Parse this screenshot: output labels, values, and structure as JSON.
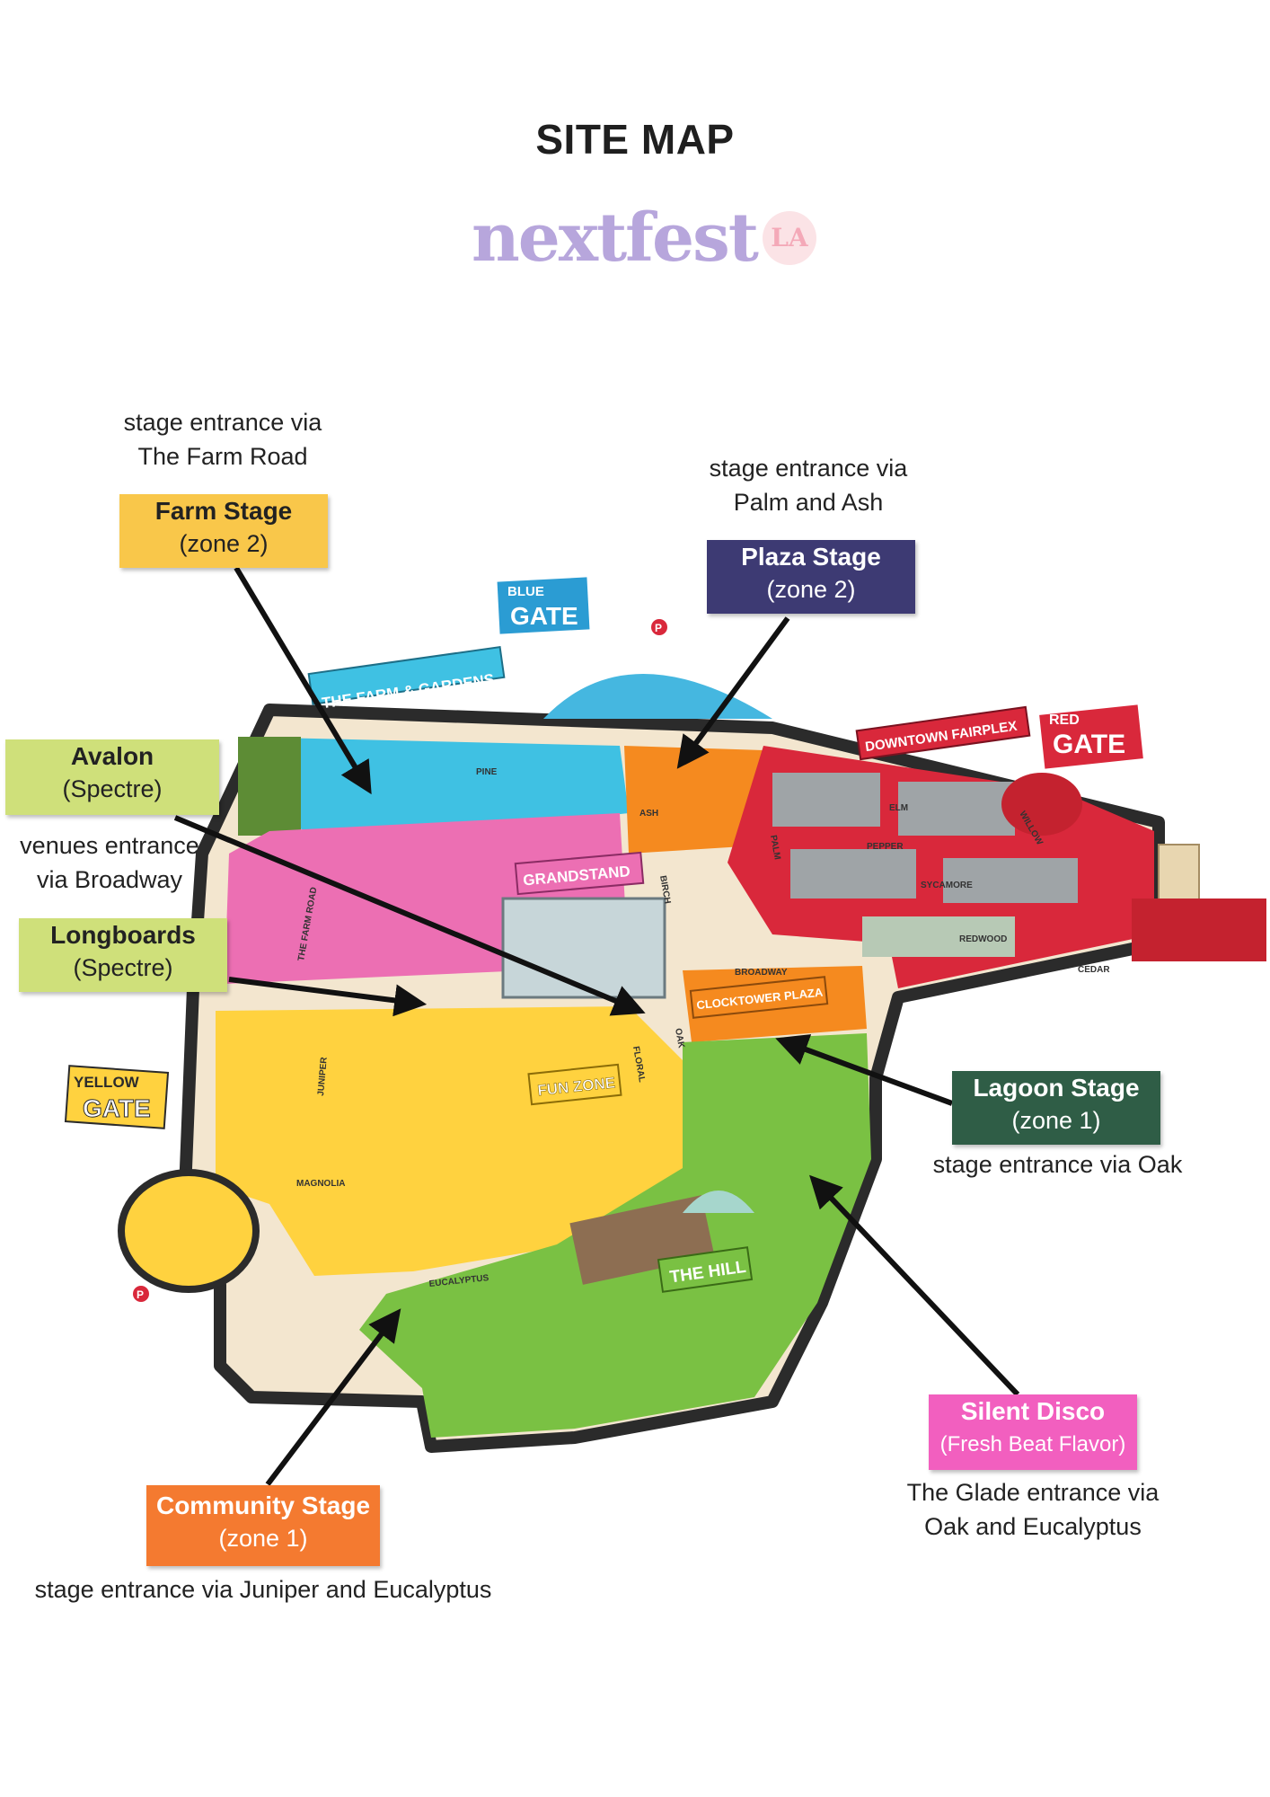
{
  "title": "SITE MAP",
  "logo": {
    "text": "nextfest",
    "badge": "LA"
  },
  "labels": {
    "farm": {
      "name": "Farm Stage",
      "sub": "(zone 2)",
      "note1": "stage entrance via",
      "note2": "The Farm Road",
      "bg": "#f9c74a",
      "fg": "#222222"
    },
    "plaza": {
      "name": "Plaza Stage",
      "sub": "(zone 2)",
      "note1": "stage entrance via",
      "note2": "Palm and Ash",
      "bg": "#3d3a73",
      "fg": "#ffffff"
    },
    "avalon": {
      "name": "Avalon",
      "sub": "(Spectre)",
      "note1": "venues entrance",
      "note2": "via Broadway",
      "bg": "#cfe07a",
      "fg": "#222222"
    },
    "longboards": {
      "name": "Longboards",
      "sub": "(Spectre)",
      "bg": "#cfe07a",
      "fg": "#222222"
    },
    "lagoon": {
      "name": "Lagoon Stage",
      "sub": "(zone 1)",
      "note1": "stage entrance via Oak",
      "bg": "#2f5d46",
      "fg": "#ffffff"
    },
    "silent": {
      "name": "Silent Disco",
      "sub": "(Fresh Beat Flavor)",
      "note1": "The Glade entrance via",
      "note2": "Oak and Eucalyptus",
      "bg": "#f25fbf",
      "fg": "#ffffff"
    },
    "community": {
      "name": "Community Stage",
      "sub": "(zone 1)",
      "note1": "stage entrance via Juniper and Eucalyptus",
      "bg": "#f47a30",
      "fg": "#ffffff"
    }
  },
  "map": {
    "gates": {
      "blue_1": "BLUE",
      "blue_2": "GATE",
      "red_1": "RED",
      "red_2": "GATE",
      "yellow_1": "YELLOW",
      "yellow_2": "GATE"
    },
    "areas": {
      "farm_gardens": "THE FARM & GARDENS",
      "downtown": "DOWNTOWN FAIRPLEX",
      "grandstand": "GRANDSTAND",
      "clocktower": "CLOCKTOWER PLAZA",
      "fun_zone": "FUN ZONE",
      "the_hill": "THE HILL"
    },
    "streets": {
      "pine": "PINE",
      "ash": "ASH",
      "birch": "BIRCH",
      "palm": "PALM",
      "elm": "ELM",
      "willow": "WILLOW",
      "pepper": "PEPPER",
      "sycamore": "SYCAMORE",
      "redwood": "REDWOOD",
      "cedar": "CEDAR",
      "broadway": "BROADWAY",
      "farm_road": "THE FARM ROAD",
      "juniper": "JUNIPER",
      "magnolia": "MAGNOLIA",
      "floral": "FLORAL",
      "oak": "OAK",
      "eucalyptus": "EUCALYPTUS"
    },
    "parking": "P",
    "colors": {
      "boundary": "#2b2b2b",
      "path": "#f3e6cf",
      "farm": "#3fc1e3",
      "pink": "#ec6fb3",
      "downtown": "#d9283b",
      "yellow": "#ffd23f",
      "green": "#7ac143",
      "orange": "#f58a1f"
    }
  }
}
